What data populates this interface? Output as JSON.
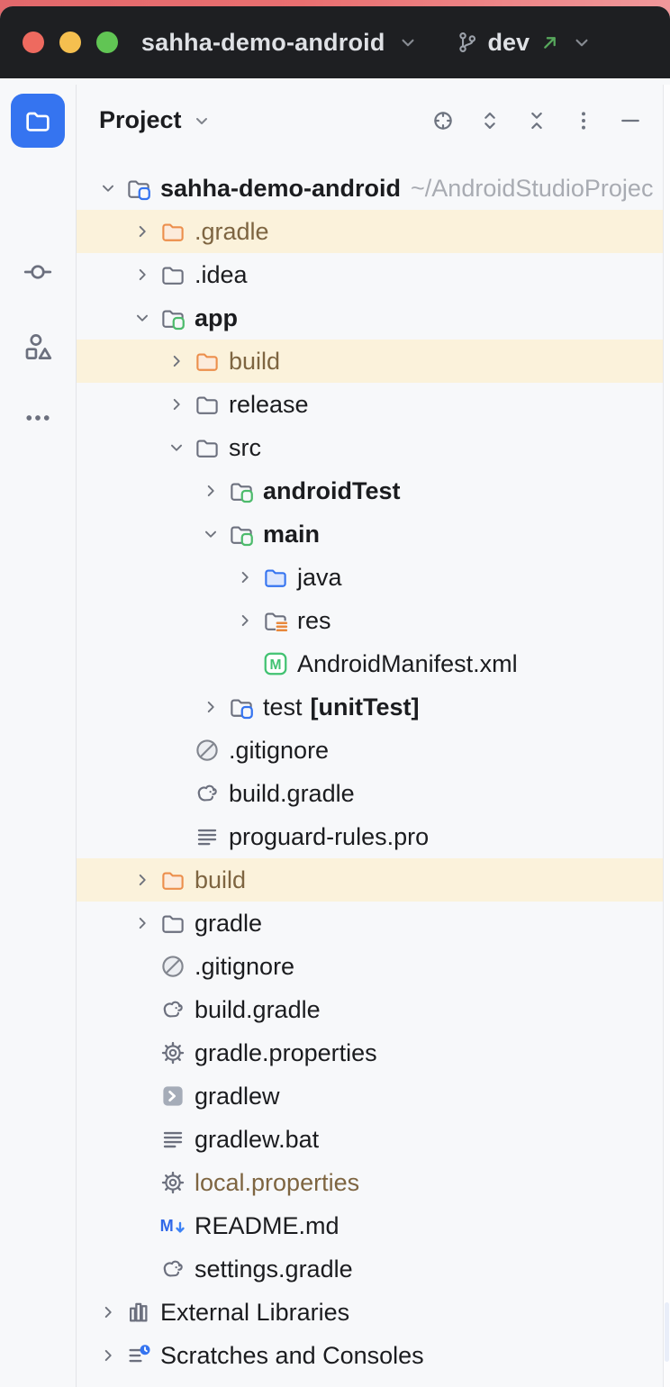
{
  "titlebar": {
    "title": "sahha-demo-android",
    "branch": "dev"
  },
  "sidebar": {
    "items": [
      {
        "name": "project",
        "selected": true
      },
      {
        "name": "commit",
        "selected": false
      },
      {
        "name": "structure",
        "selected": false
      },
      {
        "name": "more-tool-windows",
        "selected": false
      }
    ]
  },
  "panel": {
    "title": "Project",
    "actions": [
      "locate-file",
      "expand-all",
      "collapse-all",
      "options",
      "hide"
    ]
  },
  "colors": {
    "accent_blue": "#3574F0",
    "selection_row": "#D4E1FF",
    "excluded_row": "#FBF2DB",
    "excluded_text": "#7E6541",
    "folder_orange": "#EC8F4C",
    "manifest_green": "#42C272",
    "titlebar_bg": "#1E1F22",
    "panel_bg": "#F7F8FA",
    "traffic_red": "#EE6A5F",
    "traffic_yellow": "#F5BF4F",
    "traffic_green": "#61C554",
    "push_arrow_green": "#57A75C"
  },
  "tree": {
    "items": [
      {
        "label": "sahha-demo-android",
        "secondary": "~/AndroidStudioProjec",
        "level": 0,
        "expand": "open",
        "icon": "folder-badge-blue",
        "bold": true,
        "text": "default",
        "row": "plain"
      },
      {
        "label": ".gradle",
        "level": 1,
        "expand": "closed",
        "icon": "folder-orange",
        "bold": false,
        "text": "excluded",
        "row": "excluded"
      },
      {
        "label": ".idea",
        "level": 1,
        "expand": "closed",
        "icon": "folder",
        "bold": false,
        "text": "default",
        "row": "plain"
      },
      {
        "label": "app",
        "level": 1,
        "expand": "open",
        "icon": "folder-badge-green",
        "bold": true,
        "text": "default",
        "row": "plain"
      },
      {
        "label": "build",
        "level": 2,
        "expand": "closed",
        "icon": "folder-orange",
        "bold": false,
        "text": "excluded",
        "row": "excluded"
      },
      {
        "label": "release",
        "level": 2,
        "expand": "closed",
        "icon": "folder",
        "bold": false,
        "text": "default",
        "row": "plain"
      },
      {
        "label": "src",
        "level": 2,
        "expand": "open",
        "icon": "folder",
        "bold": false,
        "text": "default",
        "row": "plain"
      },
      {
        "label": "androidTest",
        "level": 3,
        "expand": "closed",
        "icon": "folder-badge-green",
        "bold": true,
        "text": "default",
        "row": "plain"
      },
      {
        "label": "main",
        "level": 3,
        "expand": "open",
        "icon": "folder-badge-green",
        "bold": true,
        "text": "default",
        "row": "plain"
      },
      {
        "label": "java",
        "level": 4,
        "expand": "closed",
        "icon": "folder-blue",
        "bold": false,
        "text": "default",
        "row": "plain"
      },
      {
        "label": "res",
        "level": 4,
        "expand": "closed",
        "icon": "folder-res",
        "bold": false,
        "text": "default",
        "row": "plain"
      },
      {
        "label": "AndroidManifest.xml",
        "level": 4,
        "expand": null,
        "icon": "manifest",
        "bold": false,
        "text": "default",
        "row": "selected"
      },
      {
        "label": "test",
        "suffix": "[unitTest]",
        "level": 3,
        "expand": "closed",
        "icon": "folder-badge-blue",
        "bold": false,
        "text": "default",
        "row": "plain"
      },
      {
        "label": ".gitignore",
        "level": 2,
        "expand": null,
        "icon": "ignored",
        "bold": false,
        "text": "default",
        "row": "plain"
      },
      {
        "label": "build.gradle",
        "level": 2,
        "expand": null,
        "icon": "gradle",
        "bold": false,
        "text": "default",
        "row": "plain"
      },
      {
        "label": "proguard-rules.pro",
        "level": 2,
        "expand": null,
        "icon": "textfile",
        "bold": false,
        "text": "default",
        "row": "plain"
      },
      {
        "label": "build",
        "level": 1,
        "expand": "closed",
        "icon": "folder-orange",
        "bold": false,
        "text": "excluded",
        "row": "excluded"
      },
      {
        "label": "gradle",
        "level": 1,
        "expand": "closed",
        "icon": "folder",
        "bold": false,
        "text": "default",
        "row": "plain"
      },
      {
        "label": ".gitignore",
        "level": 1,
        "expand": null,
        "icon": "ignored",
        "bold": false,
        "text": "default",
        "row": "plain"
      },
      {
        "label": "build.gradle",
        "level": 1,
        "expand": null,
        "icon": "gradle",
        "bold": false,
        "text": "default",
        "row": "plain"
      },
      {
        "label": "gradle.properties",
        "level": 1,
        "expand": null,
        "icon": "gear",
        "bold": false,
        "text": "default",
        "row": "plain"
      },
      {
        "label": "gradlew",
        "level": 1,
        "expand": null,
        "icon": "shell",
        "bold": false,
        "text": "default",
        "row": "plain"
      },
      {
        "label": "gradlew.bat",
        "level": 1,
        "expand": null,
        "icon": "textfile",
        "bold": false,
        "text": "default",
        "row": "plain"
      },
      {
        "label": "local.properties",
        "level": 1,
        "expand": null,
        "icon": "gear",
        "bold": false,
        "text": "excluded",
        "row": "plain"
      },
      {
        "label": "README.md",
        "level": 1,
        "expand": null,
        "icon": "markdown",
        "bold": false,
        "text": "default",
        "row": "plain"
      },
      {
        "label": "settings.gradle",
        "level": 1,
        "expand": null,
        "icon": "gradle",
        "bold": false,
        "text": "default",
        "row": "plain"
      },
      {
        "label": "External Libraries",
        "level": 0,
        "expand": "closed",
        "icon": "library",
        "bold": false,
        "text": "default",
        "row": "plain"
      },
      {
        "label": "Scratches and Consoles",
        "level": 0,
        "expand": "closed",
        "icon": "scratches",
        "bold": false,
        "text": "default",
        "row": "plain"
      }
    ]
  }
}
